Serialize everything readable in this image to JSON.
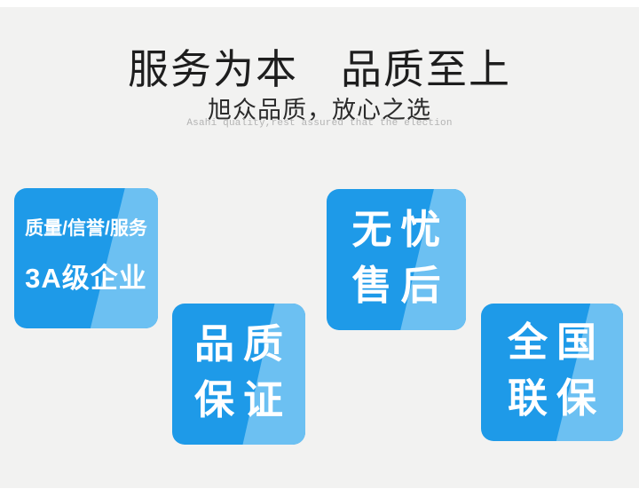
{
  "header": {
    "title": "服务为本　品质至上",
    "subtitle": "旭众品质，放心之选",
    "subtitle_en": "Asahi quality,rest assured that the election"
  },
  "badges": [
    {
      "id": "3a-enterprise",
      "line1": "质量/信誉/服务",
      "line2": "3A级企业"
    },
    {
      "id": "quality-guarantee",
      "line1": "品质",
      "line2": "保证"
    },
    {
      "id": "worry-free-aftersales",
      "line1": "无忧",
      "line2": "售后"
    },
    {
      "id": "nationwide-warranty",
      "line1": "全国",
      "line2": "联保"
    }
  ],
  "colors": {
    "page_background": "#f2f2f1",
    "edge_strip": "#ffffff",
    "badge_base": "#1e9ae8",
    "badge_highlight": "#6cc0f2",
    "badge_text": "#ffffff",
    "title_text": "#1e1e1e",
    "subtitle_text": "#2b2b2b",
    "subtitle_en_text": "#b3b3b3"
  }
}
